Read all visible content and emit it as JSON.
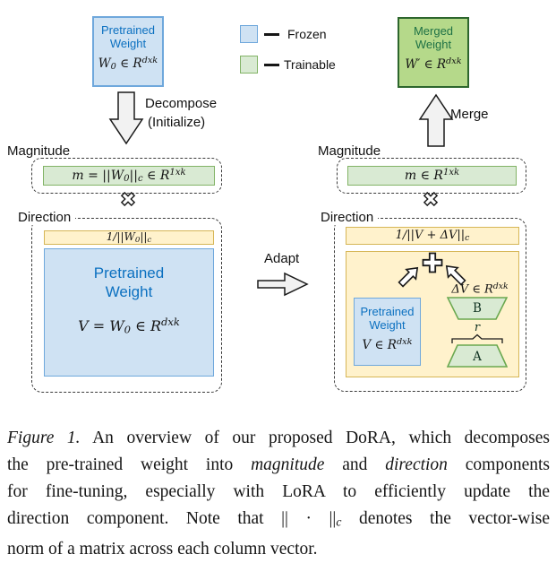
{
  "legend": {
    "frozen_label": "Frozen",
    "trainable_label": "Trainable"
  },
  "top": {
    "pretrained": {
      "line1": "Pretrained",
      "line2": "Weight",
      "math": {
        "a": "W",
        "sub": "0",
        "b": " ∈ R",
        "sup": "dxk"
      }
    },
    "merged": {
      "line1": "Merged",
      "line2": "Weight",
      "math": {
        "a": "W′ ∈ R",
        "sup": "dxk"
      }
    },
    "decompose_label1": "Decompose",
    "decompose_label2": "(Initialize)",
    "merge_label": "Merge",
    "adapt_label": "Adapt"
  },
  "left": {
    "magnitude_label": "Magnitude",
    "magnitude_math": {
      "a": "m = ||W",
      "sub": "0",
      "b": "||",
      "sub2": "c",
      "c": " ∈ R",
      "sup": "1xk"
    },
    "direction_label": "Direction",
    "scale_math": {
      "a": "1/||W",
      "sub": "0",
      "b": "||",
      "sub2": "c"
    },
    "weight": {
      "line1": "Pretrained",
      "line2": "Weight",
      "math": {
        "a": "V = W",
        "sub": "0",
        "b": " ∈ R",
        "sup": "dxk"
      }
    }
  },
  "right": {
    "magnitude_label": "Magnitude",
    "magnitude_math": {
      "a": "m ∈ R",
      "sup": "1xk"
    },
    "direction_label": "Direction",
    "scale_math": {
      "a": "1/||V + ΔV||",
      "sub2": "c"
    },
    "weight": {
      "line1": "Pretrained",
      "line2": "Weight",
      "math": {
        "a": "V ∈ R",
        "sup": "dxk"
      }
    },
    "delta_math": {
      "a": "ΔV ∈ R",
      "sup": "dxk"
    },
    "lora_b_label": "B",
    "lora_a_label": "A",
    "rank_label": "r"
  },
  "caption": {
    "l1a": "Figure 1.",
    "l1b": " An overview of our proposed DoRA, which decomposes",
    "l2a": "the pre-trained weight into ",
    "l2b": "magnitude",
    "l2c": " and ",
    "l2d": "direction",
    "l2e": " components",
    "l3": "for fine-tuning, especially with LoRA to efficiently update the",
    "l4a": "direction component.  Note that ",
    "l4m": "|| · ||",
    "l4sub": "c",
    "l4b": " denotes the vector-wise",
    "l5": "norm of a matrix across each column vector."
  },
  "colors": {
    "frozen_fill": "#cfe2f3",
    "frozen_border": "#6fa8dc",
    "trainable_fill": "#d9ead3",
    "trainable_border": "#82b366",
    "merged_fill": "#b5d98a",
    "merged_border": "#2d662d",
    "scale_fill": "#fff2cc",
    "scale_border": "#d6b656",
    "pretrained_text": "#0b70c0",
    "merged_text": "#1e7145"
  }
}
